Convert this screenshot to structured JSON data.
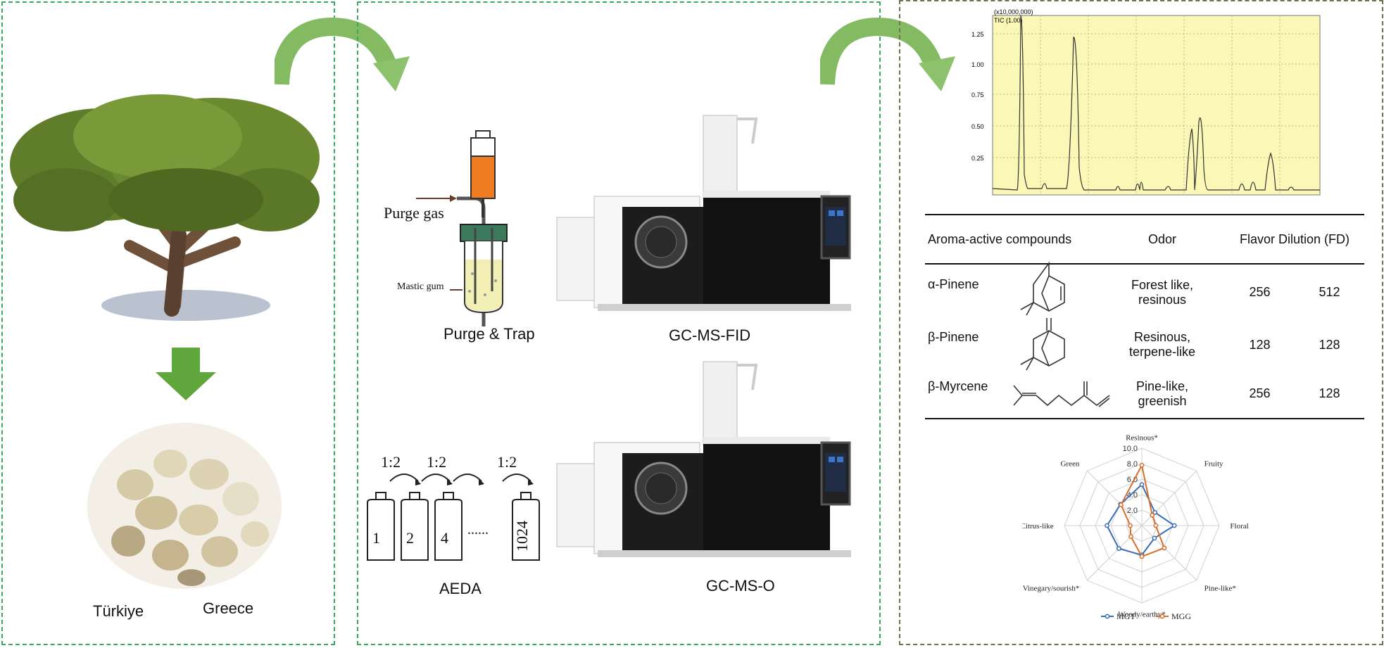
{
  "panel1": {
    "labels": [
      "Türkiye",
      "Greece"
    ]
  },
  "panel2": {
    "purge_gas": "Purge gas",
    "mastic_gum": "Mastic gum",
    "purge_trap": "Purge & Trap",
    "gcms_fid": "GC-MS-FID",
    "aeda": "AEDA",
    "gcms_o": "GC-MS-O",
    "dilutions": [
      "1:2",
      "1:2",
      "1:2"
    ],
    "bottles": [
      "1",
      "2",
      "4",
      "1024"
    ],
    "dots": "......"
  },
  "chromatogram": {
    "scale_label": "(x10,000,000)",
    "trace_label": "TIC (1.00)",
    "y_ticks": [
      "1.25",
      "1.00",
      "0.75",
      "0.50",
      "0.25"
    ],
    "bg_color": "#fbf7b7"
  },
  "table": {
    "headers": [
      "Aroma-active compounds",
      "Odor",
      "Flavor Dilution (FD)"
    ],
    "rows": [
      {
        "compound": "α-Pinene",
        "odor": "Forest like, resinous",
        "fd1": "256",
        "fd2": "512"
      },
      {
        "compound": "β-Pinene",
        "odor": "Resinous, terpene-like",
        "fd1": "128",
        "fd2": "128"
      },
      {
        "compound": "β-Myrcene",
        "odor": "Pine-like, greenish",
        "fd1": "256",
        "fd2": "128"
      }
    ]
  },
  "chart_data": {
    "type": "radar",
    "axes": [
      "Resinous*",
      "Fruity",
      "Floral",
      "Pine-like*",
      "Woody/earthy*",
      "Vinegary/sourish*",
      "Citrus-like",
      "Green"
    ],
    "ticks": [
      "2.0",
      "4.0",
      "6.0",
      "8.0",
      "10.0"
    ],
    "range": [
      0,
      10
    ],
    "series": [
      {
        "name": "MGT",
        "color": "#3a6db5",
        "values": [
          5.3,
          2.4,
          4.2,
          2.3,
          3.8,
          4.2,
          4.5,
          3.9
        ]
      },
      {
        "name": "MGG",
        "color": "#d86e2a",
        "values": [
          7.8,
          1.9,
          1.8,
          4.1,
          4.0,
          2.0,
          1.5,
          3.8
        ]
      }
    ]
  }
}
